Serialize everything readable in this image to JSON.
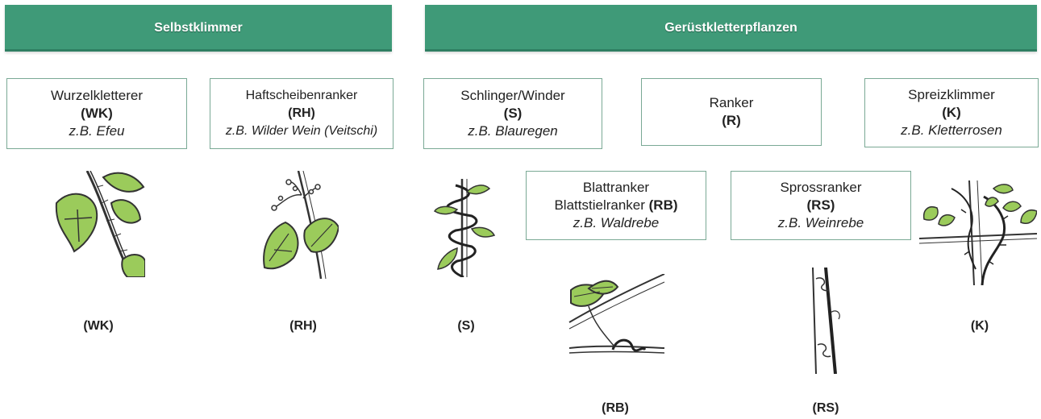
{
  "colors": {
    "banner": "#3f9a78",
    "leaf": "#9bcb5b",
    "border": "#7aa995"
  },
  "groups": [
    {
      "title": "Selbstklimmer"
    },
    {
      "title": "Gerüstkletterpflanzen"
    }
  ],
  "types": {
    "wk": {
      "name": "Wurzelkletterer",
      "abbr": "(WK)",
      "example": "z.B. Efeu",
      "label": "(WK)"
    },
    "rh": {
      "name": "Haftscheibenranker",
      "abbr": "(RH)",
      "example": "z.B. Wilder Wein (Veitschi)",
      "label": "(RH)"
    },
    "s": {
      "name": "Schlinger/Winder",
      "abbr": "(S)",
      "example": "z.B. Blauregen",
      "label": "(S)"
    },
    "r": {
      "name": "Ranker",
      "abbr": "(R)"
    },
    "k": {
      "name": "Spreizklimmer",
      "abbr": "(K)",
      "example": "z.B. Kletterrosen",
      "label": "(K)"
    },
    "rb": {
      "name": "Blattranker",
      "name2": "Blattstielranker",
      "abbr": "(RB)",
      "example": "z.B. Waldrebe",
      "label": "(RB)"
    },
    "rs": {
      "name": "Sprossranker",
      "abbr": "(RS)",
      "example": "z.B. Weinrebe",
      "label": "(RS)"
    }
  }
}
